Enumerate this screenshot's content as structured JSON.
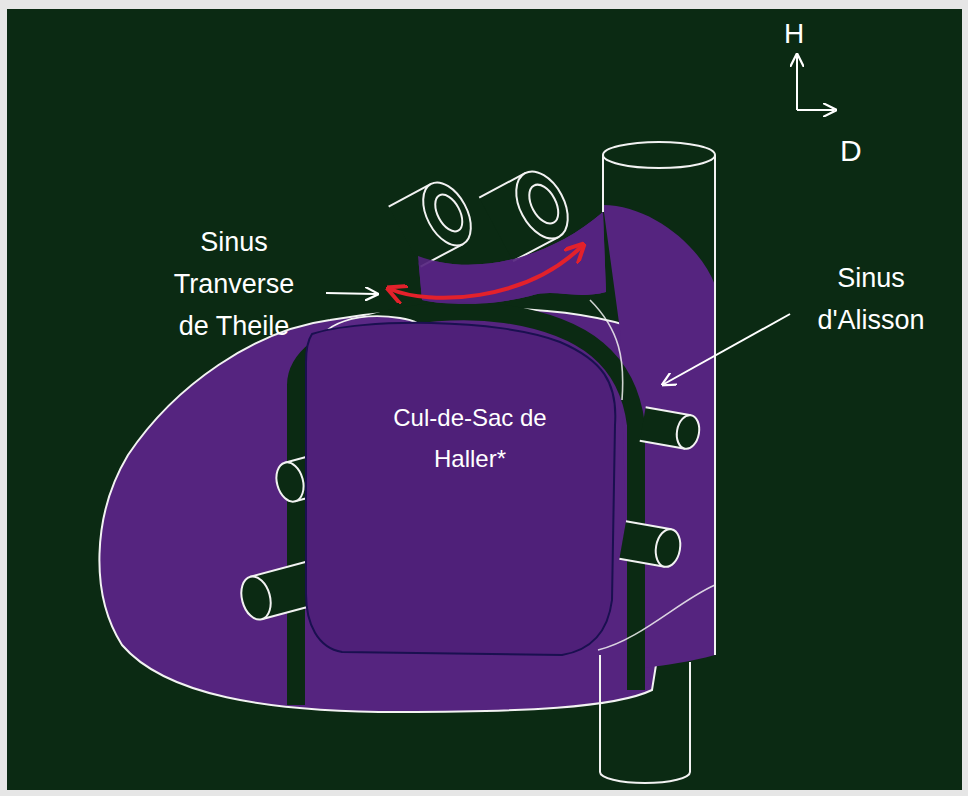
{
  "diagram": {
    "nodes": [
      {
        "text": [
          "Cul-de-Sac de Haller*"
        ]
      }
    ],
    "labels": [
      "H",
      "D",
      "Sinus Tranverse de Theile",
      "Sinus d'Alisson"
    ]
  }
}
